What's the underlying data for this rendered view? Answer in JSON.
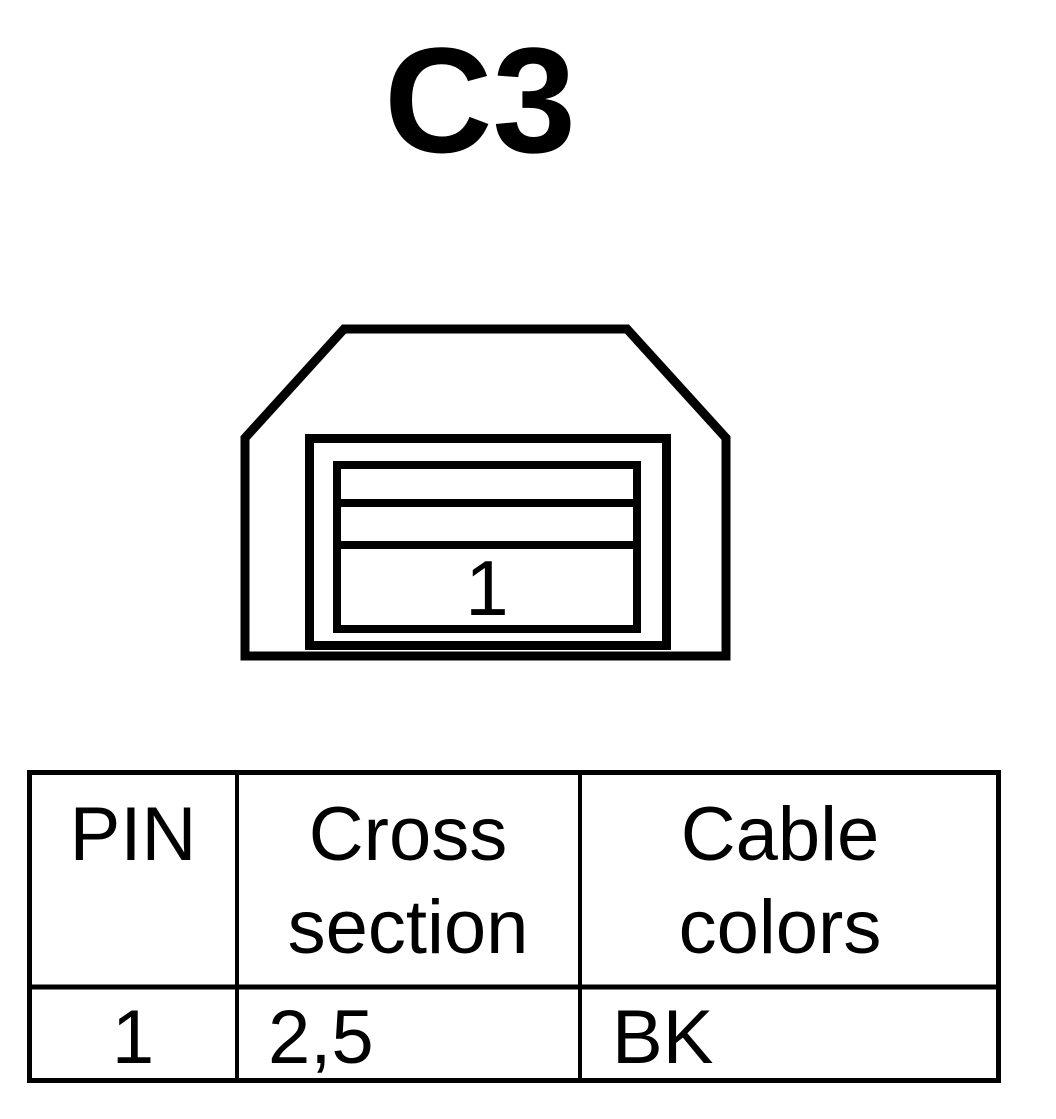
{
  "page": {
    "title": "C3",
    "background_color": "#ffffff",
    "line_color": "#000000"
  },
  "connector": {
    "name": "C3",
    "shape": "octagonal-housing",
    "pin_label": "1",
    "pin_count": 1,
    "bands": 3
  },
  "table": {
    "headers": [
      {
        "key": "pin",
        "label": "PIN",
        "align": "center"
      },
      {
        "key": "cross_section",
        "label_line1": "Cross",
        "label_line2": "section",
        "align": "center"
      },
      {
        "key": "cable_colors",
        "label_line1": "Cable",
        "label_line2": "colors",
        "align": "center"
      }
    ],
    "rows": [
      {
        "pin": "1",
        "cross_section": "2,5",
        "cable_colors": "BK"
      }
    ]
  }
}
